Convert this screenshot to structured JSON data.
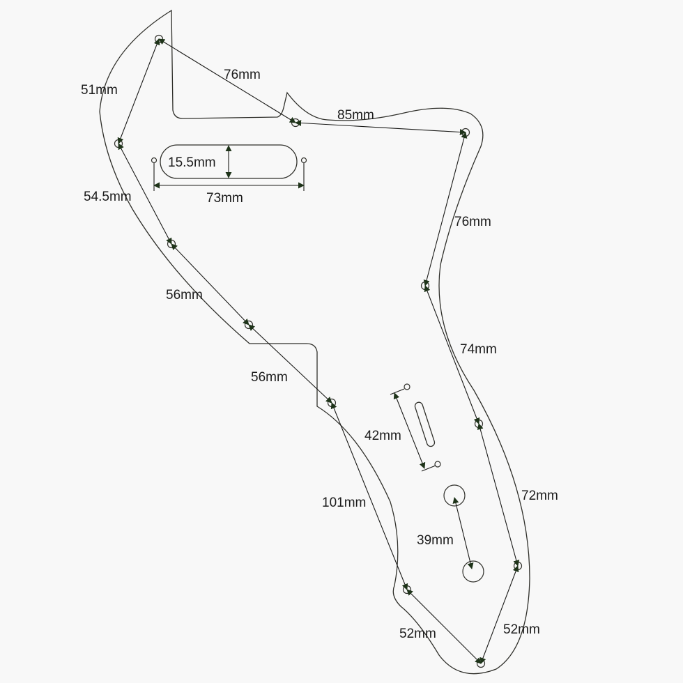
{
  "measurements": {
    "m1": "76mm",
    "m2": "51mm",
    "m3": "85mm",
    "m4": "15.5mm",
    "m5": "73mm",
    "m6": "54.5mm",
    "m7": "76mm",
    "m8": "56mm",
    "m9": "74mm",
    "m10": "56mm",
    "m11": "42mm",
    "m12": "72mm",
    "m13": "101mm",
    "m14": "39mm",
    "m15": "52mm",
    "m16": "52mm"
  },
  "colors": {
    "line": "#2f2f2a",
    "arrow": "#1e3319",
    "background": "#f8f8f8"
  }
}
